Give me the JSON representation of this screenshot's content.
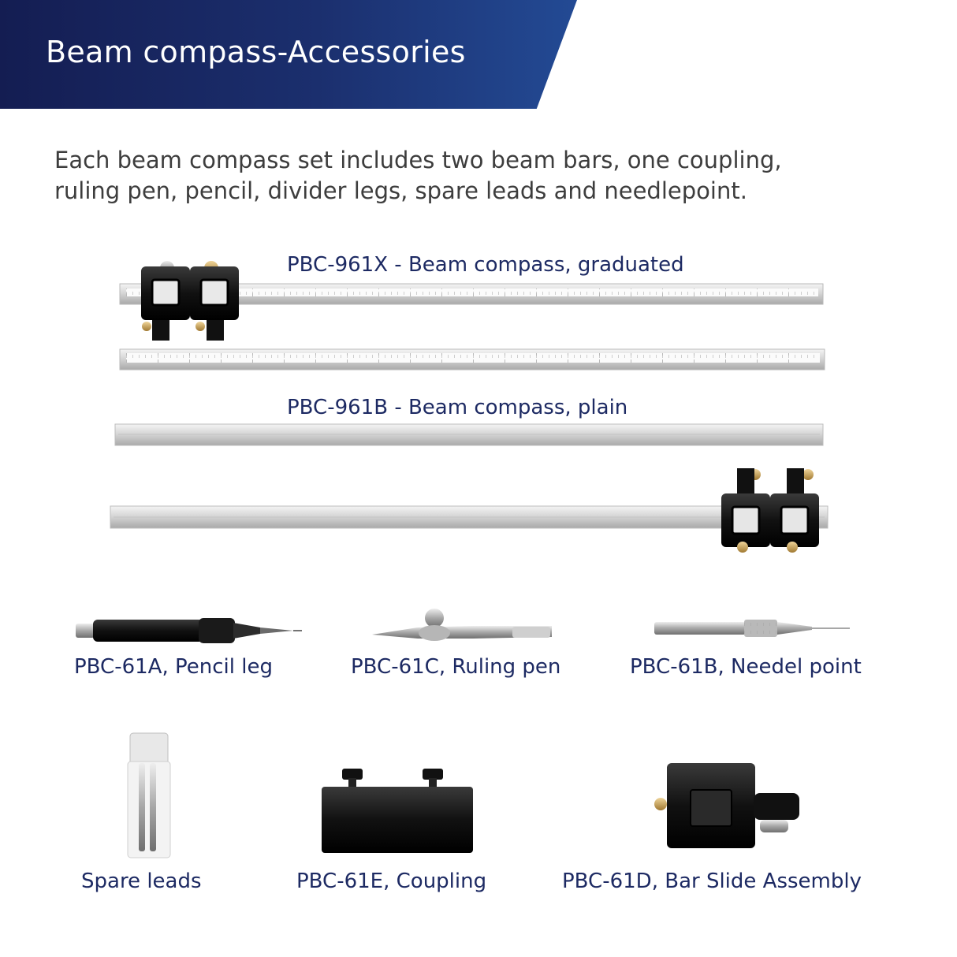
{
  "header": {
    "title": "Beam compass-Accessories"
  },
  "intro": {
    "line1": "Each beam compass set includes two beam bars, one coupling,",
    "line2": "ruling pen, pencil, divider legs, spare leads and needlepoint."
  },
  "products": {
    "graduated": "PBC-961X - Beam compass, graduated",
    "plain": "PBC-961B - Beam compass, plain",
    "pencil_leg": "PBC-61A, Pencil leg",
    "ruling_pen": "PBC-61C, Ruling pen",
    "needle_point": "PBC-61B, Needel point",
    "spare_leads": "Spare leads",
    "coupling": "PBC-61E, Coupling",
    "bar_slide": "PBC-61D, Bar Slide Assembly"
  },
  "colors": {
    "banner": "#1b2f6e",
    "label": "#1d2a63",
    "body_text": "#3d3d3d"
  }
}
